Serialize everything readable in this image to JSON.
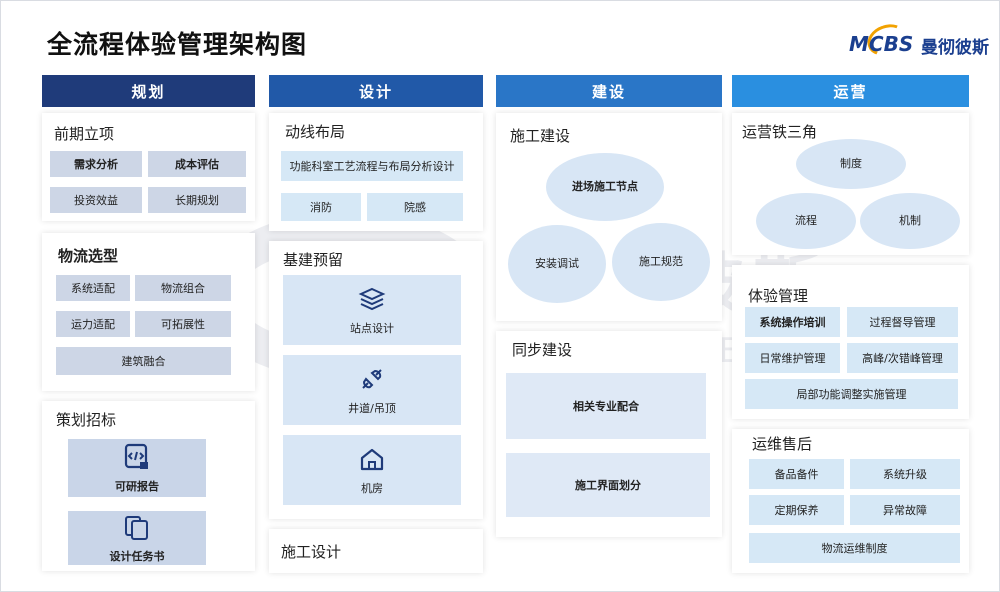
{
  "title": "全流程体验管理架构图",
  "logo": {
    "mark": "MCBS",
    "name": "曼彻彼斯"
  },
  "watermark": {
    "cn": "曼彻彼斯",
    "en": "MANCHESTER"
  },
  "columns": [
    {
      "label": "规划",
      "color": "#1f3b7a"
    },
    {
      "label": "设计",
      "color": "#2159a8"
    },
    {
      "label": "建设",
      "color": "#2a76c7"
    },
    {
      "label": "运营",
      "color": "#2a8fe0"
    }
  ],
  "plan": {
    "early": {
      "title": "前期立项",
      "items": [
        "需求分析",
        "成本评估",
        "投资效益",
        "长期规划"
      ]
    },
    "logistics": {
      "title": "物流选型",
      "items": [
        "系统适配",
        "物流组合",
        "运力适配",
        "可拓展性",
        "建筑融合"
      ]
    },
    "bidding": {
      "title": "策划招标",
      "items": [
        "可研报告",
        "设计任务书"
      ]
    }
  },
  "design": {
    "flow": {
      "title": "动线布局",
      "items": [
        "功能科室工艺流程与布局分析设计",
        "消防",
        "院感"
      ]
    },
    "reserve": {
      "title": "基建预留",
      "items": [
        "站点设计",
        "井道/吊顶",
        "机房"
      ]
    },
    "construction": {
      "title": "施工设计"
    }
  },
  "build": {
    "construct": {
      "title": "施工建设",
      "items": [
        "进场施工节点",
        "安装调试",
        "施工规范"
      ]
    },
    "sync": {
      "title": "同步建设",
      "items": [
        "相关专业配合",
        "施工界面划分"
      ]
    }
  },
  "ops": {
    "triangle": {
      "title": "运营铁三角",
      "items": [
        "制度",
        "流程",
        "机制"
      ]
    },
    "experience": {
      "title": "体验管理",
      "items": [
        "系统操作培训",
        "过程督导管理",
        "日常维护管理",
        "高峰/次错峰管理",
        "局部功能调整实施管理"
      ]
    },
    "aftersales": {
      "title": "运维售后",
      "items": [
        "备品备件",
        "系统升级",
        "定期保养",
        "异常故障",
        "物流运维制度"
      ]
    }
  }
}
